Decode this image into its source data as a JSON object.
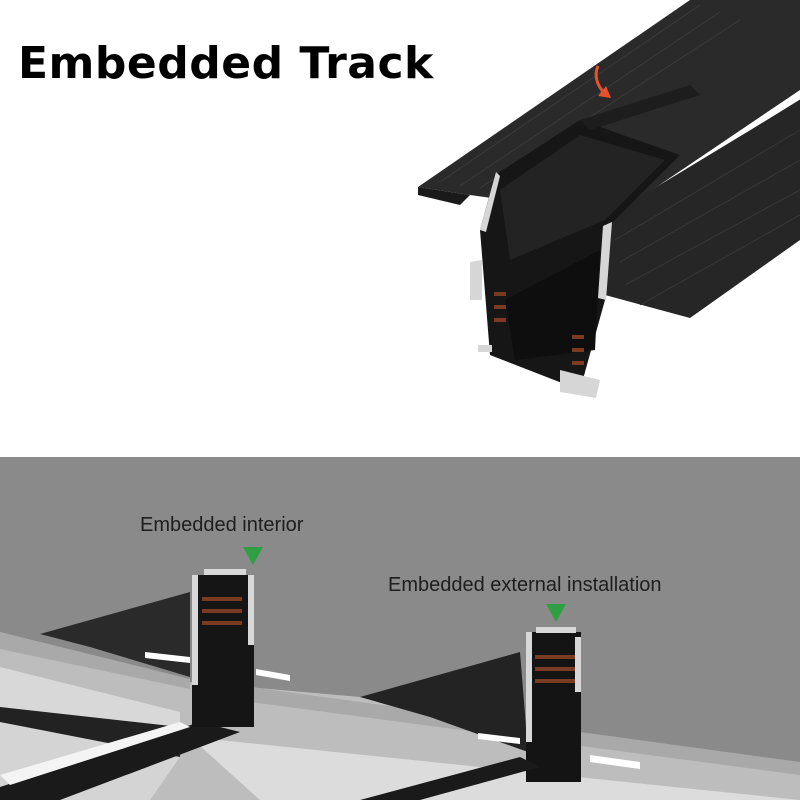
{
  "title": "Embedded Track",
  "labels": {
    "interior": "Embedded interior",
    "external": "Embedded external installation"
  },
  "icons": {
    "interior_marker": "down-triangle-icon",
    "external_marker": "down-triangle-icon",
    "detail_arrow": "curved-arrow-icon"
  },
  "colors": {
    "track": "#1c1c1c",
    "ceiling_wall": "#8a8a8a",
    "marker": "#2ea043",
    "detail_arrow": "#e8502b",
    "aluminum": "#d8d8d8"
  }
}
